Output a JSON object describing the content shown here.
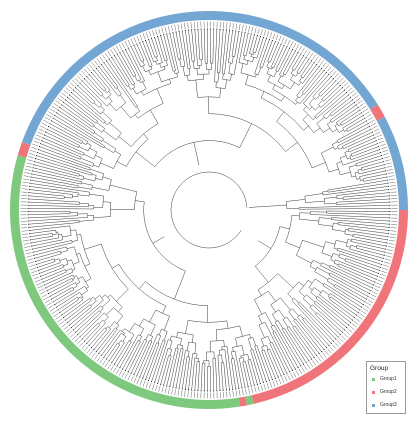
{
  "legend": {
    "title": "Group",
    "items": [
      {
        "label": "Group1",
        "color": "#7fc97f"
      },
      {
        "label": "Group2",
        "color": "#f0757a"
      },
      {
        "label": "Group3",
        "color": "#74a6d4"
      }
    ]
  },
  "group_ring": {
    "segments": [
      {
        "group": "Group3",
        "start_deg": 0,
        "end_deg": 28
      },
      {
        "group": "Group2",
        "start_deg": 28,
        "end_deg": 32
      },
      {
        "group": "Group3",
        "start_deg": 32,
        "end_deg": 160
      },
      {
        "group": "Group2",
        "start_deg": 160,
        "end_deg": 164
      },
      {
        "group": "Group1",
        "start_deg": 164,
        "end_deg": 279
      },
      {
        "group": "Group2",
        "start_deg": 279,
        "end_deg": 281
      },
      {
        "group": "Group1",
        "start_deg": 281,
        "end_deg": 283
      },
      {
        "group": "Group2",
        "start_deg": 283,
        "end_deg": 360
      }
    ]
  },
  "tip_count": 360
}
